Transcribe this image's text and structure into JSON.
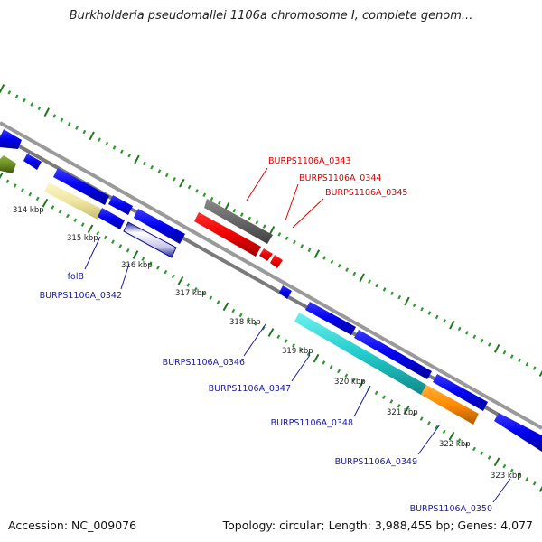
{
  "title": "Burkholderia pseudomallei 1106a chromosome I, complete genom...",
  "footer": {
    "accession": "Accession: NC_009076",
    "topology": "Topology: circular; Length: 3,988,455 bp; Genes: 4,077"
  },
  "colors": {
    "background": "#ffffff",
    "backbone": "#888888",
    "tick_major": "#1a7a1a",
    "tick_minor": "#2e9a2e",
    "gene_default": "#0a0ae6",
    "label_blue": "#1a1aa0",
    "label_red": "#e00000"
  },
  "kbp_labels": [
    "314 kbp",
    "315 kbp",
    "316 kbp",
    "317 kbp",
    "318 kbp",
    "319 kbp",
    "320 kbp",
    "321 kbp",
    "322 kbp",
    "323 kbp"
  ],
  "genes_labeled": [
    {
      "label": "BURPS1106A_0343",
      "color": "red"
    },
    {
      "label": "BURPS1106A_0344",
      "color": "red"
    },
    {
      "label": "BURPS1106A_0345",
      "color": "red"
    },
    {
      "label": "folB",
      "color": "blue"
    },
    {
      "label": "BURPS1106A_0342",
      "color": "blue"
    },
    {
      "label": "BURPS1106A_0346",
      "color": "blue"
    },
    {
      "label": "BURPS1106A_0347",
      "color": "blue"
    },
    {
      "label": "BURPS1106A_0348",
      "color": "blue"
    },
    {
      "label": "BURPS1106A_0349",
      "color": "blue"
    },
    {
      "label": "BURPS1106A_0350",
      "color": "blue"
    }
  ]
}
